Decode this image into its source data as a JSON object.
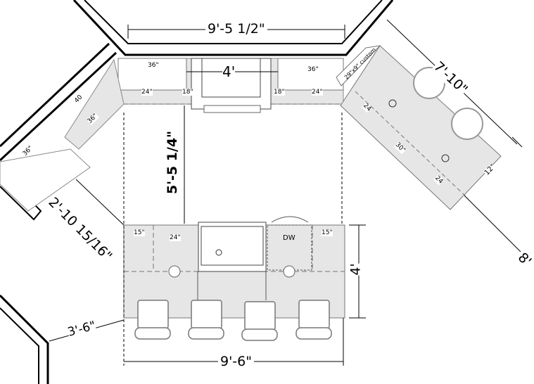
{
  "dimensions": {
    "top_width": "9'-5 1/2\"",
    "range_width": "4'",
    "aisle_depth": "5'-5 1/4\"",
    "diagonal_clearance": "2'-10 15/16\"",
    "left_offset": "3'-6\"",
    "island_width": "9'-6\"",
    "island_depth": "4'",
    "peninsula_length": "7'-10\"",
    "peninsula_right": "8'",
    "peninsula_end": "12\""
  },
  "cabinet_labels": {
    "top_left_upper": "36\"",
    "top_right_upper": "36\"",
    "top_left_base": "24\"",
    "top_left_filler": "18\"",
    "top_right_filler": "18\"",
    "top_right_base": "24\"",
    "left_diag_upper": "40",
    "left_diag_base": "36\"",
    "left_wall": "36\"",
    "corner_custom": "29\"x9\" custom",
    "pen_a": "24",
    "pen_b": "30\"",
    "pen_c": "24",
    "island_left_filler": "15\"",
    "island_left_base": "24\"",
    "island_dw": "DW",
    "island_right_filler": "15\""
  },
  "colors": {
    "counter": "#e6e6e6",
    "wall": "#000000",
    "line": "#666666"
  }
}
